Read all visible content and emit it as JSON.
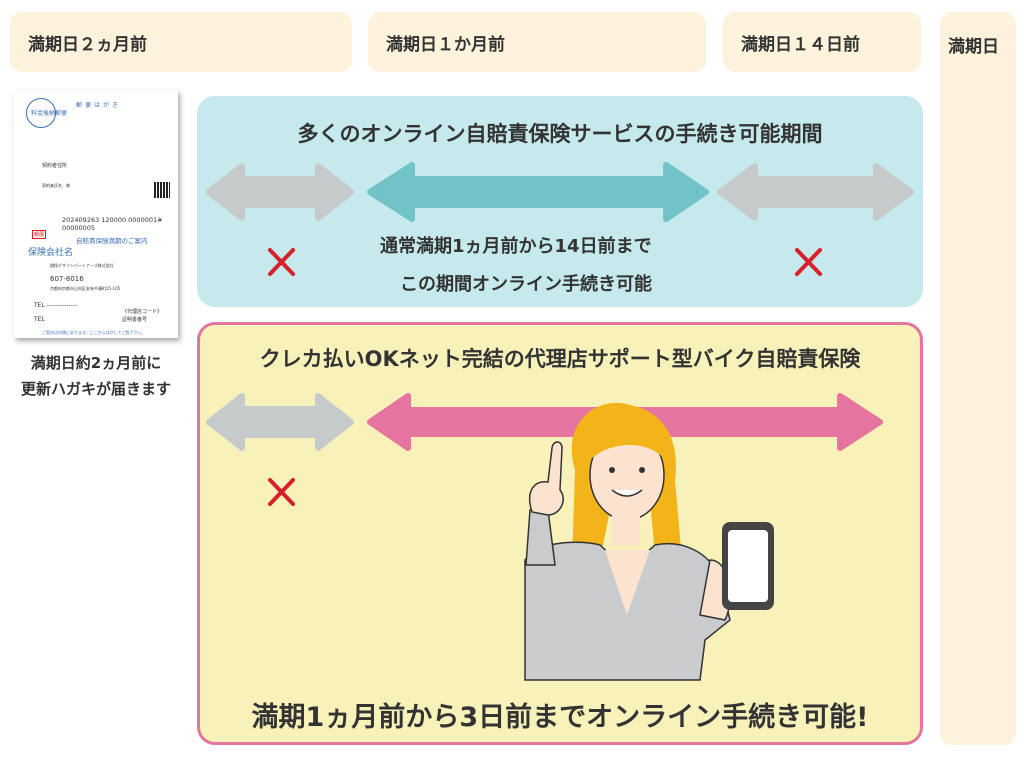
{
  "timeline": {
    "labels": [
      "満期日２ヵ月前",
      "満期日１か月前",
      "満期日１４日前",
      "満期日"
    ]
  },
  "online_services": {
    "title": "多くのオンライン自賠責保険サービスの手続き可能期間",
    "line1": "通常満期1ヵ月前から14日前まで",
    "line2": "この期間オンライン手続き可能"
  },
  "our_service": {
    "title": "クレカ払いOKネット完結の代理店サポート型バイク自賠責保険",
    "footer": "満期1ヵ月前から3日前までオンライン手続き可能!"
  },
  "postcard": {
    "caption_line1": "満期日約2ヵ月前に",
    "caption_line2": "更新ハガキが届きます",
    "stamp": "料金後納郵便",
    "header": "郵便はがき",
    "address": "契約者住所",
    "name": "契約者氏名　様",
    "code1": "202409263 120000 0000001#",
    "code2": "00000005",
    "tag": "親展",
    "notice": "自賠責保険満期のご案内",
    "company": "保険会社名",
    "agent": "損保デザインパートナーズ株式会社",
    "zip": "607-8016",
    "addr2": "京都府京都市山科区安朱中溝町25-105",
    "tel1": "TEL ‐‐‐‐‐‐‐‐‐‐‐‐‐‐",
    "tel2": "TEL",
    "agent_code": "《代理店コード》",
    "cert": "証明書番号",
    "footer": "ご案内は内側にあります。ここからはがしてご覧下さい。"
  },
  "colors": {
    "header_bg": "#fdf3dc",
    "blue_panel": "#c5e9ec",
    "teal_arrow": "#72c3c8",
    "yellow_panel": "#f8f1b9",
    "pink": "#e5759f",
    "gray_arrow": "#c7cacb",
    "cross": "#d8202a"
  },
  "icons": [
    "double-arrow",
    "cross-mark",
    "woman-pointing-with-smartphone"
  ]
}
